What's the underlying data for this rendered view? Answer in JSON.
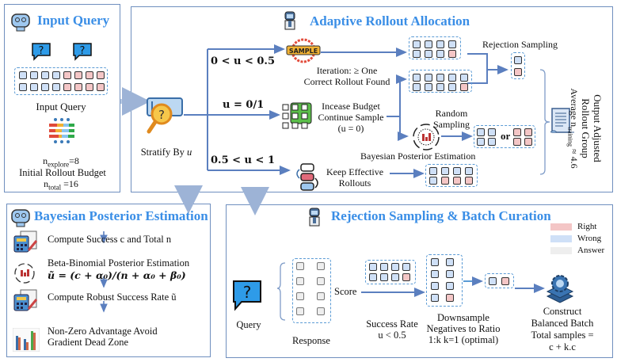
{
  "input_query": {
    "title": "Input Query",
    "caption": "Input Query",
    "n_explore": "n",
    "n_explore_sub": "explore",
    "n_explore_val": "=8",
    "budget_label": "Initial Rollout Budget",
    "n_total": "n",
    "n_total_sub": "total",
    "n_total_val": " =16"
  },
  "adaptive": {
    "title": "Adaptive Rollout Allocation",
    "stratify": "Stratify By ",
    "stratify_var": "u",
    "branch_low": "0 < u < 0.5",
    "branch_zero": "u = 0/1",
    "branch_high": "0.5 < u < 1",
    "sample_badge": "SAMPLE",
    "iteration_1": "Iteration: ≥ One",
    "iteration_2": "Correct Rollout Found",
    "increase_1": "Incease Budget",
    "increase_2": "Continue Sample",
    "increase_3": "(u = 0)",
    "random_1": "Random",
    "random_2": "Sampling",
    "or": "or",
    "bayes_label": "Bayesian Posterior Estimation",
    "keep_1": "Keep Effective",
    "keep_2": "Rollouts",
    "rejection": "Rejection Sampling",
    "output_1": "Output Adjusted",
    "output_2": "Rollout Group",
    "output_3": "Average n",
    "output_sub": "training",
    "output_val": " ≈ 4.6"
  },
  "bayesian": {
    "title": "Bayesian Posterior Estimation",
    "steps": [
      {
        "text": "Compute Success c and Total n"
      },
      {
        "text": "Beta-Binomial Posterior Estimation",
        "formula": "ũ = (c + α₀)/(n + α₀ + β₀)"
      },
      {
        "text": "Compute Robust Success Rate ũ"
      },
      {
        "text": "Non-Zero Advantage Avoid",
        "text2": "Gradient Dead Zone"
      }
    ]
  },
  "rejection": {
    "title": "Rejection Sampling & Batch Curation",
    "legend": [
      {
        "label": "Right",
        "color": "#f4c6c6"
      },
      {
        "label": "Wrong",
        "color": "#cfe0f7"
      },
      {
        "label": "Answer",
        "color": "#eeeeee"
      }
    ],
    "query": "Query",
    "response": "Response",
    "score": "Score",
    "success_1": "Success Rate",
    "success_2": "u < 0.5",
    "down_1": "Downsample",
    "down_2": "Negatives to Ratio",
    "down_3": "1:k  k=1 (optimal)",
    "construct_1": "Construct",
    "construct_2": "Balanced Batch",
    "construct_3": "Total samples =",
    "construct_4": "c + k.c"
  },
  "colors": {
    "accent": "#3a8ee6",
    "border": "#6f8fbf",
    "arrow": "#5b7fbf",
    "right": "#f4c6c6",
    "wrong": "#cfe0f7",
    "answer": "#eeeeee"
  }
}
